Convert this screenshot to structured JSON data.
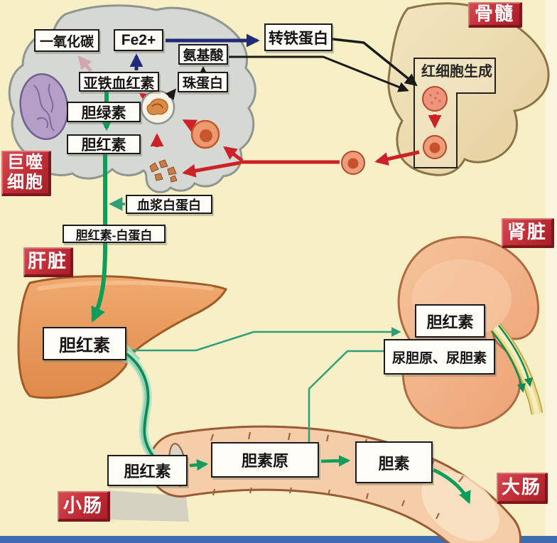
{
  "diagram": "bilirubin-metabolism-pathway",
  "organ_tags": {
    "bone_marrow": "骨髓",
    "macrophage": "巨噬细胞",
    "liver": "肝脏",
    "kidney": "肾脏",
    "small_intestine": "小肠",
    "large_intestine": "大肠"
  },
  "boxes": {
    "carbon_monoxide": "一氧化碳",
    "ferrous_iron": "Fe2+",
    "transferrin": "转铁蛋白",
    "amino_acid": "氨基酸",
    "globin": "珠蛋白",
    "heme": "亚铁血红素",
    "biliverdin": "胆绿素",
    "bilirubin_macrophage": "胆红素",
    "erythropoiesis": "红细胞生成",
    "plasma_albumin": "血浆白蛋白",
    "bilirubin_albumin": "胆红素-白蛋白",
    "bilirubin_liver": "胆红素",
    "bilirubin_kidney": "胆红素",
    "urobilinogen_urobilin": "尿胆原、尿胆素",
    "bilirubin_intestine": "胆红素",
    "bilinogen": "胆素原",
    "bilin": "胆素"
  },
  "colors": {
    "background": "#f7f0c6",
    "tag_red": "#c12b34",
    "tag_red_dark": "#7d161e",
    "green_path": "#0d9e5c",
    "green_thin": "#2f9f78",
    "red_arrow": "#cd2127",
    "navy_arrow": "#202a78",
    "pink_arrow": "#d2a7ad",
    "black_arrow": "#1a1a1a",
    "macrophage_gray": "#d6d9d3",
    "nucleus_purple": "#b49fc7",
    "liver_orange": "#e79355",
    "kidney_peach": "#f3b08b",
    "intestine_peach": "#f5cda9",
    "bone_beige": "#eedcae",
    "ureter_yellow": "#ecdd90",
    "bottom_strip_blue": "#3f6cb0"
  }
}
